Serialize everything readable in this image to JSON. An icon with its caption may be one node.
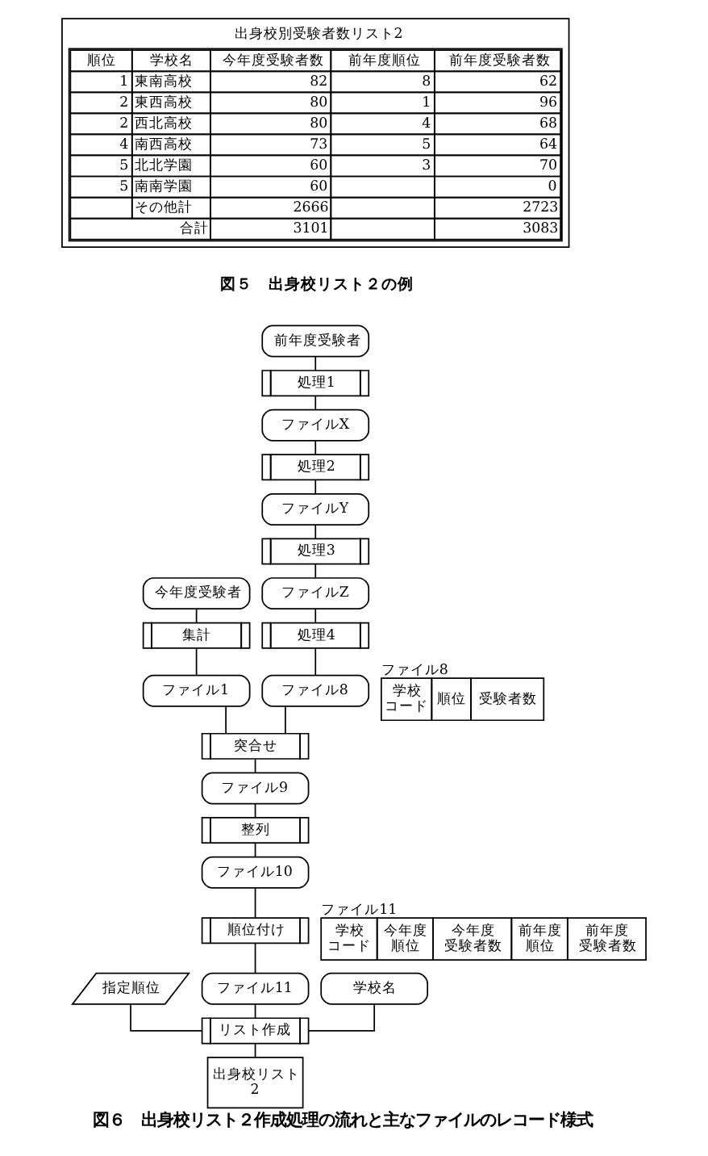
{
  "diagram": {
    "caption": "図６　出身校リスト２作成処理の流れと主なファイルのレコード様式",
    "nodes": [
      {
        "text": [
          "前年度受験者"
        ]
      },
      {
        "text": [
          "処理1"
        ]
      },
      {
        "text": [
          "ファイルX"
        ]
      },
      {
        "text": [
          "処理2"
        ]
      },
      {
        "text": [
          "ファイルY"
        ]
      },
      {
        "text": [
          "処理3"
        ]
      },
      {
        "text": [
          "今年度受験者"
        ]
      },
      {
        "text": [
          "ファイルZ"
        ]
      },
      {
        "text": [
          "集計"
        ]
      },
      {
        "text": [
          "処理4"
        ]
      },
      {
        "text": [
          "ファイル1"
        ]
      },
      {
        "text": [
          "ファイル8"
        ]
      },
      {
        "text": [
          "突合せ"
        ]
      },
      {
        "text": [
          "ファイル9"
        ]
      },
      {
        "text": [
          "整列"
        ]
      },
      {
        "text": [
          "ファイル10"
        ]
      },
      {
        "text": [
          "順位付け"
        ]
      },
      {
        "text": [
          "指定順位"
        ]
      },
      {
        "text": [
          "ファイル11"
        ]
      },
      {
        "text": [
          "学校名"
        ]
      },
      {
        "text": [
          "リスト作成"
        ]
      },
      {
        "text": [
          "出身校リスト2"
        ]
      }
    ],
    "edges": [
      {
        "from": 0,
        "to": 1,
        "arrow": "none"
      },
      {
        "from": 1,
        "to": 2,
        "arrow": "none"
      },
      {
        "from": 2,
        "to": 3,
        "arrow": "none"
      },
      {
        "from": 3,
        "to": 4,
        "arrow": "none"
      },
      {
        "from": 4,
        "to": 5,
        "arrow": "none"
      },
      {
        "from": 5,
        "to": 7,
        "arrow": "none"
      },
      {
        "from": 7,
        "to": 9,
        "arrow": "none"
      },
      {
        "from": 9,
        "to": 11,
        "arrow": "none"
      },
      {
        "from": 6,
        "to": 8,
        "arrow": "none"
      },
      {
        "from": 8,
        "to": 10,
        "arrow": "none"
      },
      {
        "from": 10,
        "to": 12,
        "arrow": "none"
      },
      {
        "from": 11,
        "to": 12,
        "arrow": "none"
      },
      {
        "from": 12,
        "to": 13,
        "arrow": "none"
      },
      {
        "from": 13,
        "to": 14,
        "arrow": "none"
      },
      {
        "from": 14,
        "to": 15,
        "arrow": "none"
      },
      {
        "from": 15,
        "to": 16,
        "arrow": "none"
      },
      {
        "from": 16,
        "to": 18,
        "arrow": "none"
      },
      {
        "from": 17,
        "to": 20,
        "arrow": "none"
      },
      {
        "from": 18,
        "to": 20,
        "arrow": "none"
      },
      {
        "from": 19,
        "to": 20,
        "arrow": "none"
      },
      {
        "from": 20,
        "to": 21,
        "arrow": "none"
      }
    ],
    "labels": [
      "出身校別受験者数リスト2",
      "順位",
      "学校名",
      "今年度受験者数",
      "前年度順位",
      "前年度受験者数",
      "1",
      "東南高校",
      "82",
      "8",
      "62",
      "2",
      "東西高校",
      "80",
      "1",
      "96",
      "2",
      "西北高校",
      "80",
      "4",
      "68",
      "4",
      "南西高校",
      "73",
      "5",
      "64",
      "5",
      "北北学園",
      "60",
      "3",
      "70",
      "5",
      "南南学園",
      "60",
      "0",
      "その他計",
      "2666",
      "2723",
      "合計",
      "3101",
      "3083",
      "図５　出身校リスト２の例",
      "ファイル8",
      "学校コード",
      "順位",
      "受験者数",
      "ファイル11",
      "学校コード",
      "今年度順位",
      "今年度受験者数",
      "前年度順位",
      "前年度受験者数"
    ]
  }
}
